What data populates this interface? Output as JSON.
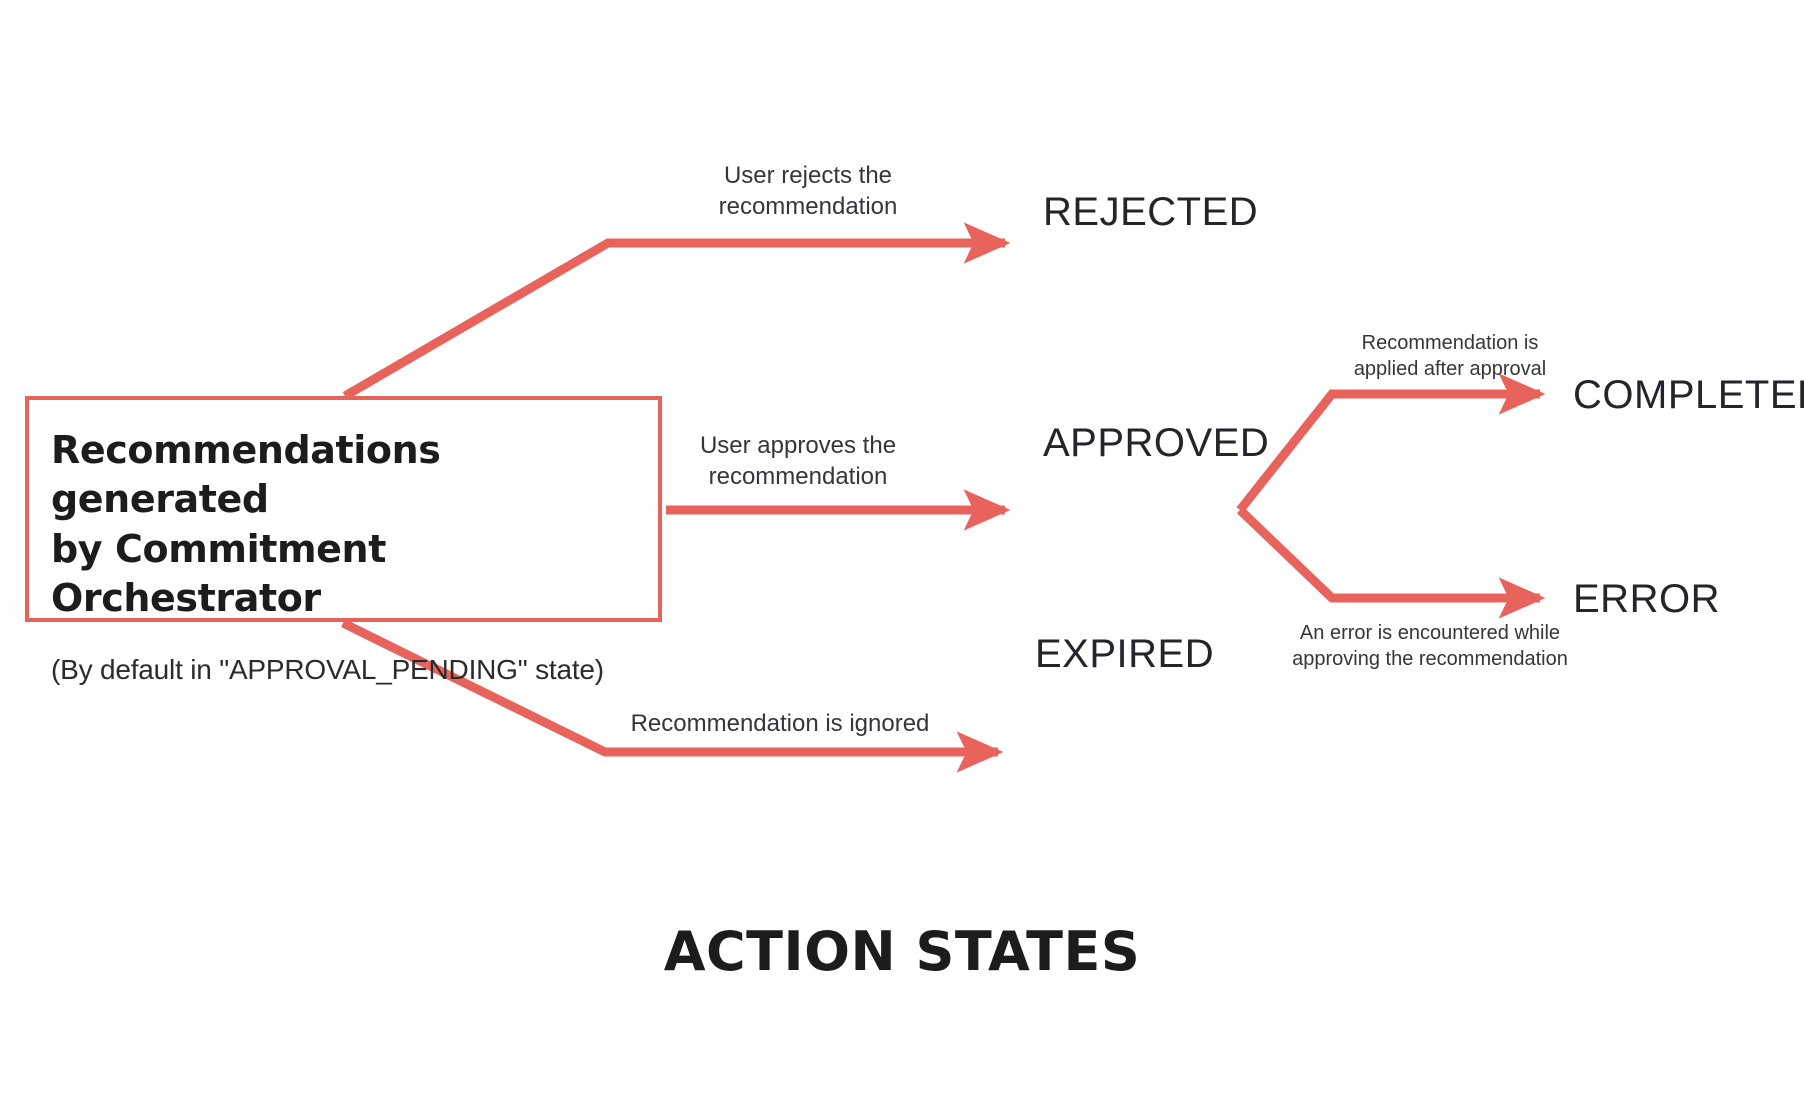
{
  "diagram": {
    "title": "ACTION STATES",
    "accent_color": "#E8635C",
    "text_color": "#23252b",
    "background": "#ffffff",
    "source_node": {
      "title_line_1": "Recommendations generated",
      "title_line_2": "by Commitment Orchestrator",
      "subtitle": "(By default in \"APPROVAL_PENDING\" state)"
    },
    "states": {
      "rejected": "REJECTED",
      "approved": "APPROVED",
      "expired": "EXPIRED",
      "completed": "COMPLETED",
      "error": "ERROR"
    },
    "edges": {
      "to_rejected": "User rejects the\nrecommendation",
      "to_approved": "User approves the\nrecommendation",
      "to_expired": "Recommendation is ignored",
      "to_completed": "Recommendation is\napplied after approval",
      "to_error": "An error is encountered while\napproving the recommendation"
    }
  }
}
